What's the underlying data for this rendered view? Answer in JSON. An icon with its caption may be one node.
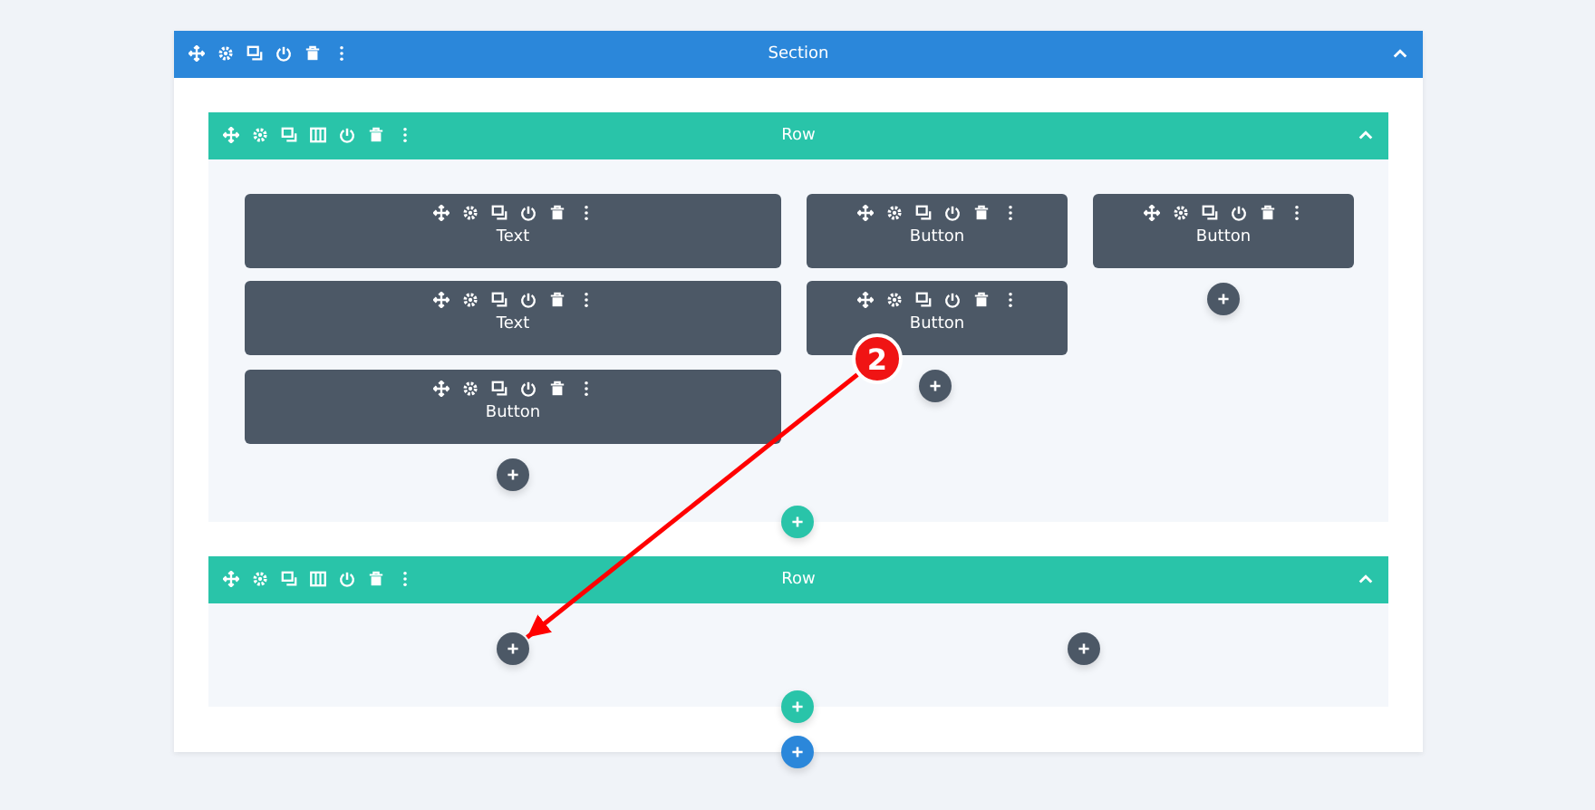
{
  "diagram": {
    "nodes": [
      {
        "text": [
          "Section"
        ]
      },
      {
        "text": [
          "Row"
        ],
        "in": 0
      },
      {
        "text": [
          "Text"
        ],
        "in": 1
      },
      {
        "text": [
          "Button"
        ],
        "in": 1
      },
      {
        "text": [
          "Button"
        ],
        "in": 1
      },
      {
        "text": [
          "Text"
        ],
        "in": 1
      },
      {
        "text": [
          "Button"
        ],
        "in": 1
      },
      {
        "text": [],
        "shape": "circle",
        "in": 1
      },
      {
        "text": [
          "2"
        ],
        "in": 1
      },
      {
        "text": [],
        "shape": "circle",
        "in": 1
      },
      {
        "text": [
          "Button"
        ],
        "in": 1
      },
      {
        "text": [],
        "shape": "circle",
        "in": 1
      },
      {
        "text": [],
        "shape": "circle",
        "in": 0
      },
      {
        "text": [
          "Row"
        ],
        "in": 0
      },
      {
        "text": [],
        "shape": "circle",
        "in": 13
      },
      {
        "text": [],
        "shape": "circle",
        "in": 13
      },
      {
        "text": [],
        "shape": "circle",
        "in": 0
      },
      {
        "text": [],
        "shape": "circle"
      }
    ],
    "edges": [
      {
        "from": 8,
        "to": 14,
        "arrow": "to",
        "color": "#ff0000"
      }
    ]
  }
}
